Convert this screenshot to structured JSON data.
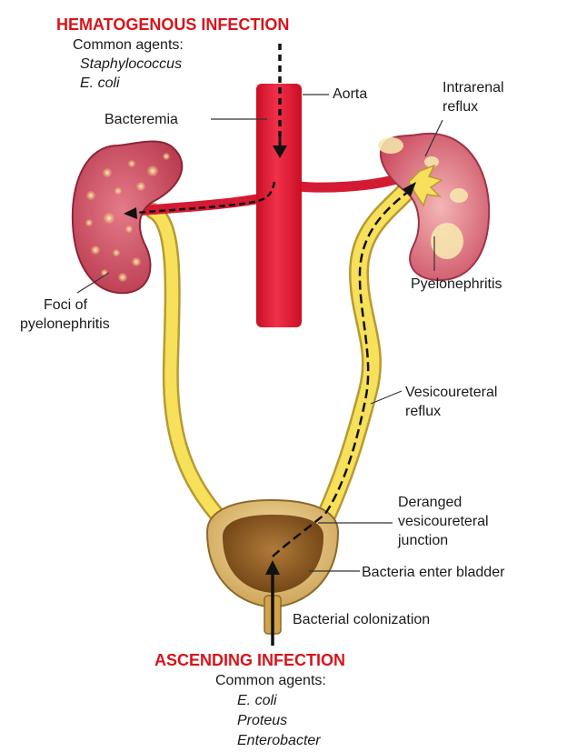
{
  "hematogenous": {
    "title": "HEMATOGENOUS INFECTION",
    "agents_heading": "Common agents:",
    "agents": [
      "Staphylococcus",
      "E. coli"
    ]
  },
  "ascending": {
    "title": "ASCENDING INFECTION",
    "agents_heading": "Common agents:",
    "agents": [
      "E. coli",
      "Proteus",
      "Enterobacter"
    ]
  },
  "labels": {
    "aorta": "Aorta",
    "bacteremia": "Bacteremia",
    "intrarenal_reflux": [
      "Intrarenal",
      "reflux"
    ],
    "pyelonephritis": "Pyelonephritis",
    "foci": [
      "Foci of",
      "pyelonephritis"
    ],
    "vesicoureteral_reflux": [
      "Vesicoureteral",
      "reflux"
    ],
    "deranged_junction": [
      "Deranged",
      "vesicoureteral",
      "junction"
    ],
    "bacteria_enter_bladder": "Bacteria enter bladder",
    "bacterial_colonization": "Bacterial colonization"
  },
  "colors": {
    "title_red": "#d8141b",
    "artery_red": "#e3192f",
    "kidney_pink": "#d4596a",
    "ureter_yellow": "#f7e05a",
    "bladder_brown": "#8a5a1e"
  }
}
